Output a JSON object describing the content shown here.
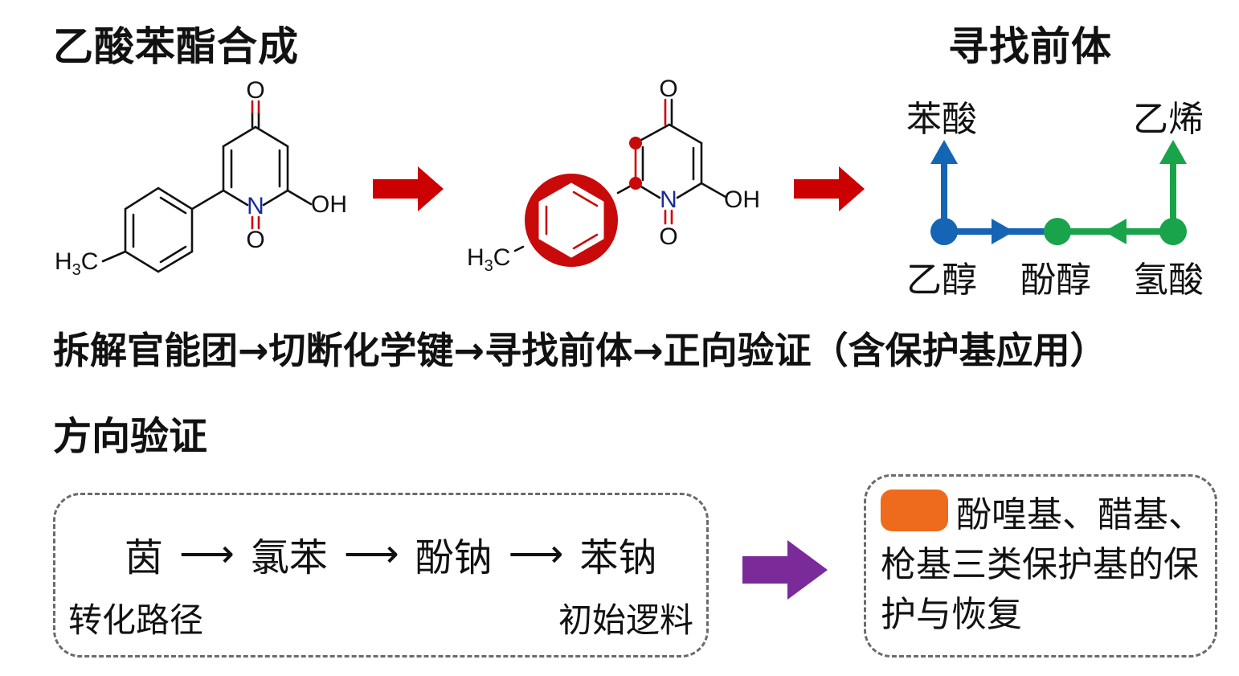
{
  "colors": {
    "red_arrow": "#cc0000",
    "highlight_red": "#c80a0a",
    "blue": "#1565b4",
    "green": "#19a34a",
    "purple": "#7b2a9a",
    "orange": "#ee6a1c",
    "nitrogen_blue": "#1a2a9a",
    "dash_gray": "#6b6b6b"
  },
  "header": {
    "title": "乙酸苯酯合成",
    "precursor_title": "寻找前体"
  },
  "molecule": {
    "atoms": {
      "oxygen_top": "O",
      "nitrogen": "N",
      "oxygen_bottom": "O",
      "hydroxyl": "OH",
      "methyl_h": "H",
      "methyl_sub": "3",
      "methyl_c": "C"
    }
  },
  "precursor_map": {
    "nodes": {
      "top_left": "苯酸",
      "top_right": "乙烯",
      "bottom_left": "乙醇",
      "bottom_middle": "酚醇",
      "bottom_right": "氢酸"
    }
  },
  "pipeline_text": "拆解官能团→切断化学键→寻找前体→正向验证（含保护基应用）",
  "verification": {
    "title": "方向验证",
    "route": {
      "steps": [
        "茵",
        "氯苯",
        "酚钠",
        "苯钠"
      ],
      "arrow_glyph": "⟶"
    },
    "caption_left": "转化路径",
    "caption_right": "初始逻料"
  },
  "protecting_groups": {
    "text": "酚喤基、醋基、枪基三类保护基的保护与恢复"
  }
}
